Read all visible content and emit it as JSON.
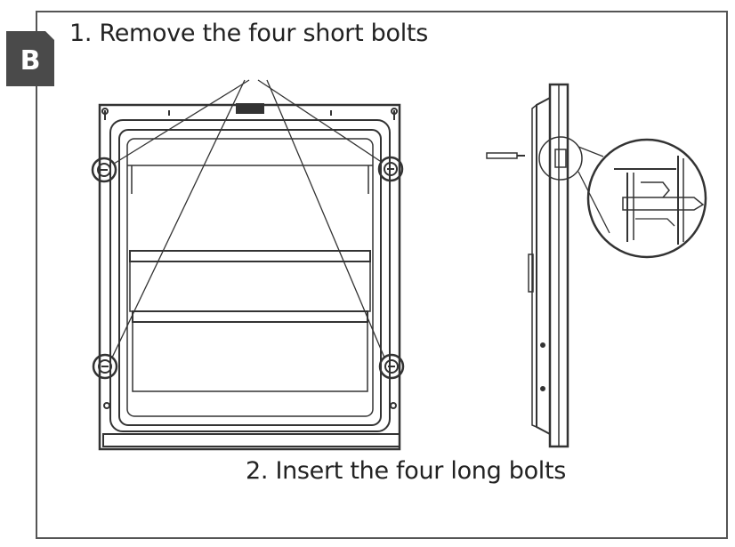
{
  "figure": {
    "badge_letter": "B",
    "step1_text": "1. Remove the four short bolts",
    "step2_text": "2. Insert the four long bolts"
  }
}
